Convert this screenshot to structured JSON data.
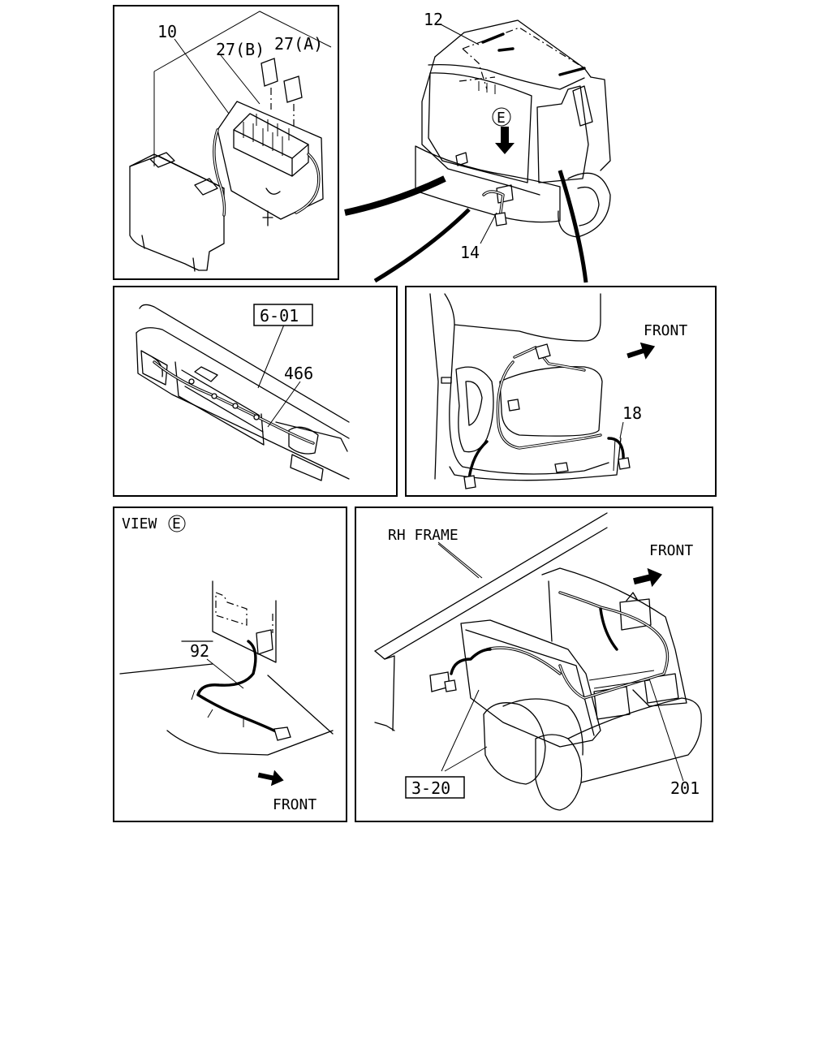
{
  "diagram": {
    "panels": {
      "relay_box": {
        "callouts": {
          "harness": "10",
          "relay_b": "27(B)",
          "relay_a": "27(A)"
        }
      },
      "cab": {
        "callouts": {
          "cab_harness": "12",
          "bumper_harness": "14"
        },
        "view_marker": "E"
      },
      "front_grille": {
        "callouts": {
          "ref": "6-01",
          "grille_harness": "466"
        }
      },
      "door": {
        "callouts": {
          "door_harness": "18"
        },
        "direction": "FRONT"
      },
      "view_e": {
        "title": "VIEW",
        "marker": "E",
        "callouts": {
          "lamp_harness": "92"
        },
        "direction": "FRONT"
      },
      "frame": {
        "title": "RH FRAME",
        "callouts": {
          "ref": "3-20",
          "frame_harness": "201"
        },
        "direction": "FRONT"
      }
    }
  }
}
